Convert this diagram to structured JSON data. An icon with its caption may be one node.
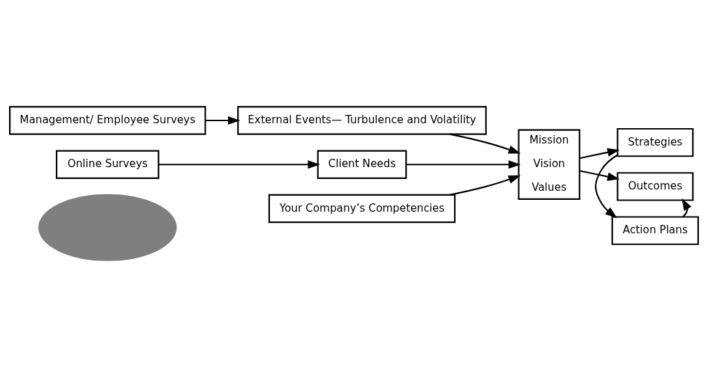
{
  "diagram": {
    "nodes": [
      {
        "text": [],
        "shape": "ellipse"
      },
      {
        "text": [
          "Management/ Employee Surveys"
        ]
      },
      {
        "text": [
          "Online Surveys"
        ]
      },
      {
        "text": [
          "External Events— Turbulence and Volatility"
        ]
      },
      {
        "text": [
          "Client Needs"
        ]
      },
      {
        "text": [
          "Your Company’s Competencies"
        ]
      },
      {
        "text": [
          "Mission",
          "Vision",
          "Values"
        ]
      },
      {
        "text": [
          "Strategies"
        ]
      },
      {
        "text": [
          "Action Plans"
        ]
      },
      {
        "text": [
          "Outcomes"
        ]
      }
    ],
    "edges": [
      {
        "from": 1,
        "to": 3,
        "arrow": "to"
      },
      {
        "from": 2,
        "to": 4,
        "arrow": "to"
      },
      {
        "from": 3,
        "to": 6,
        "arrow": "to"
      },
      {
        "from": 4,
        "to": 6,
        "arrow": "to"
      },
      {
        "from": 5,
        "to": 6,
        "arrow": "to"
      },
      {
        "from": 6,
        "to": 7,
        "arrow": "to"
      },
      {
        "from": 6,
        "to": 9,
        "arrow": "to"
      },
      {
        "from": 7,
        "to": 8,
        "arrow": "to"
      },
      {
        "from": 8,
        "to": 9,
        "arrow": "to"
      }
    ]
  }
}
